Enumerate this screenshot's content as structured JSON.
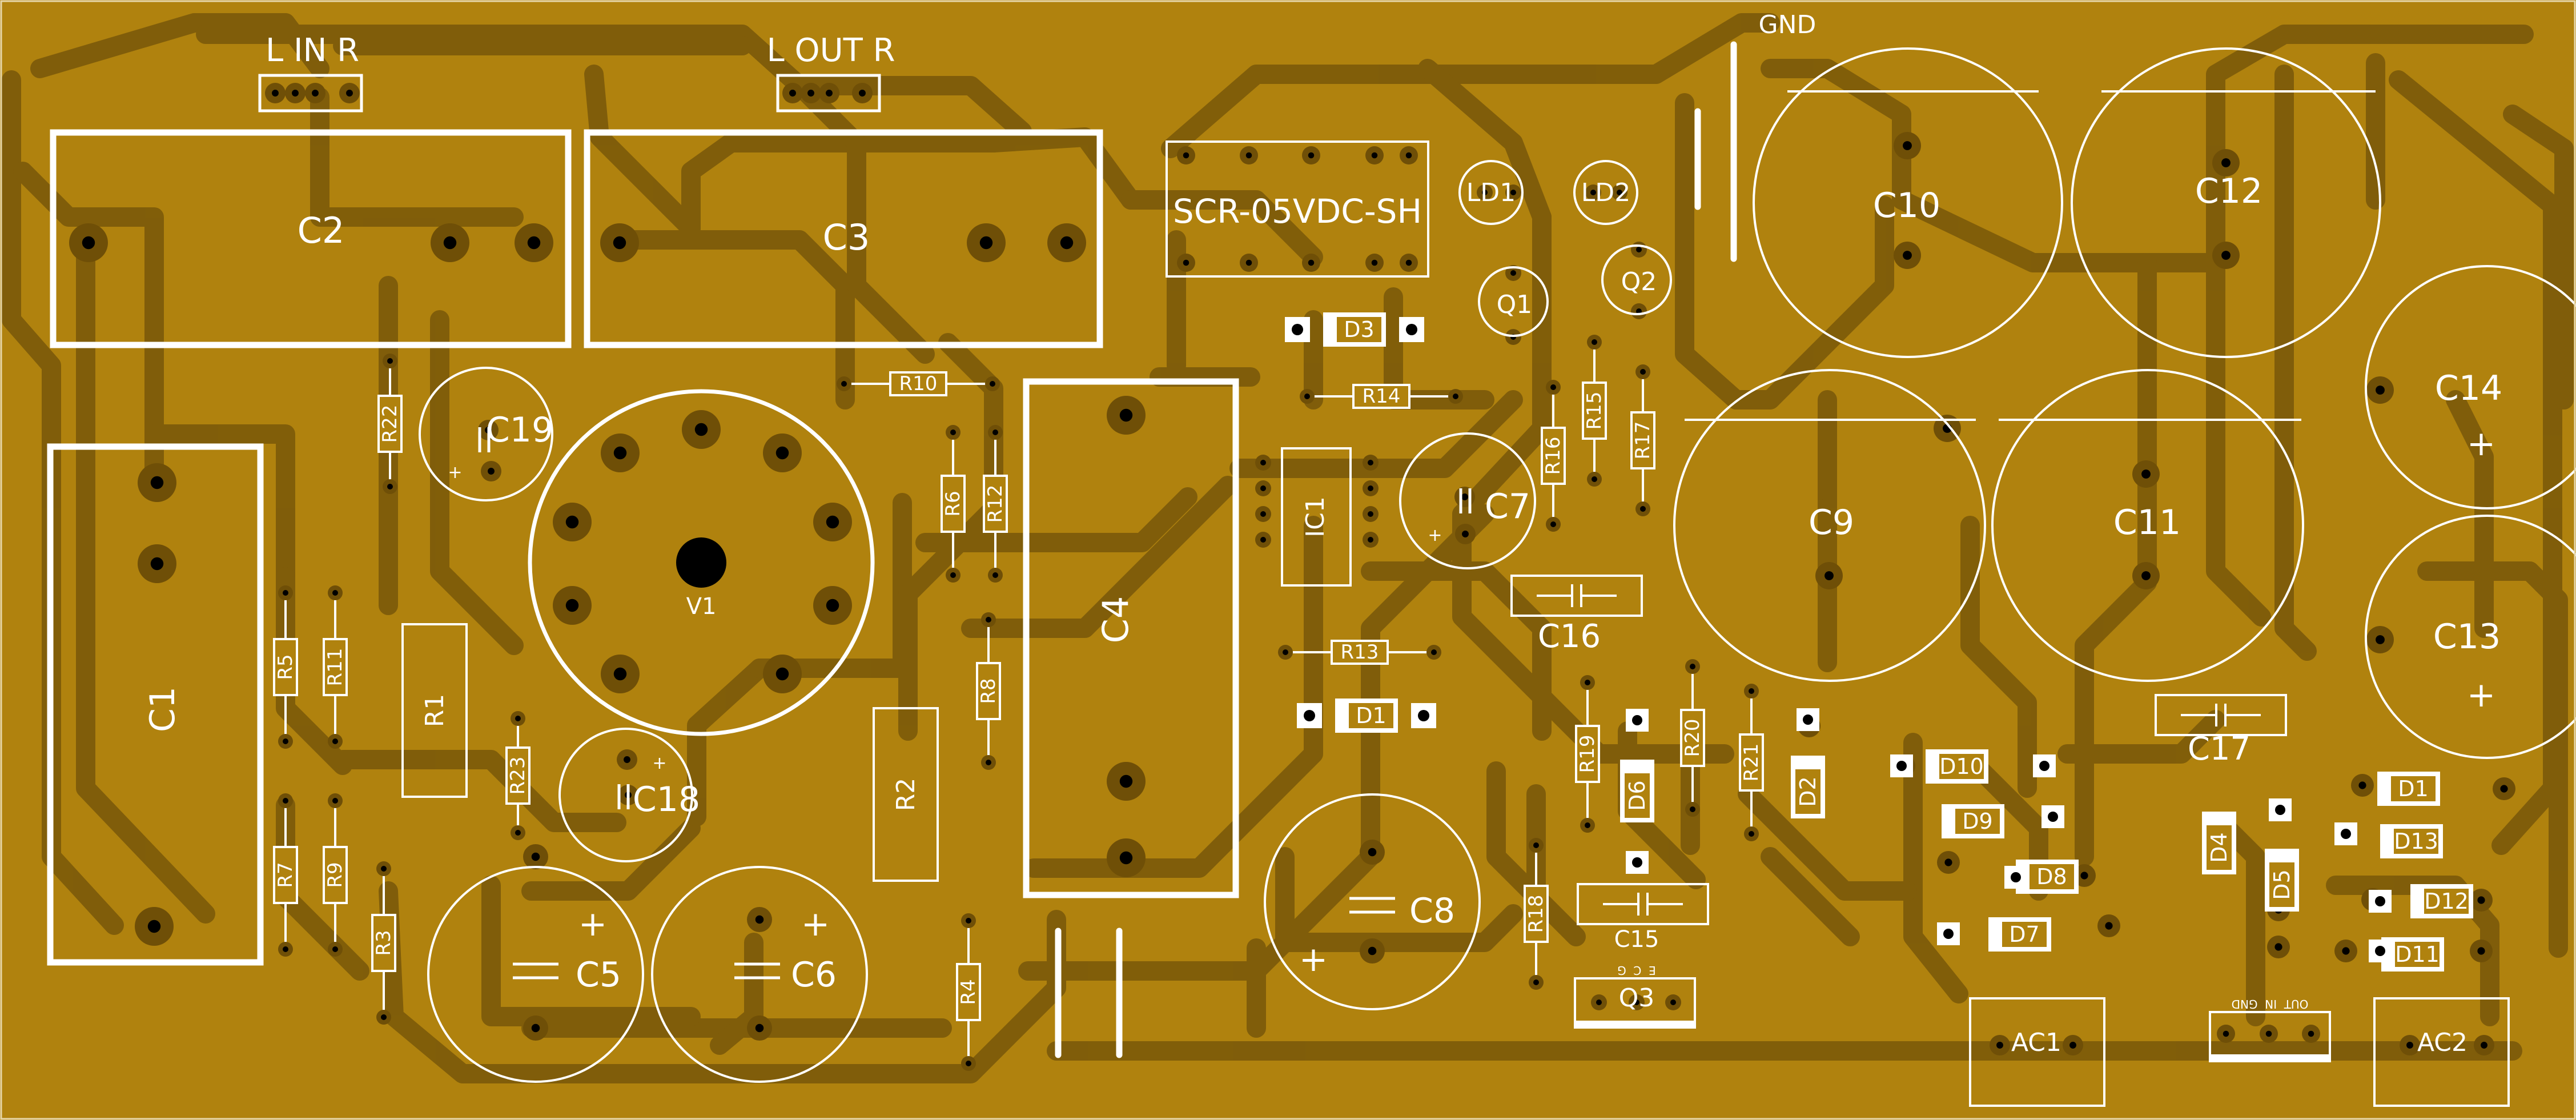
{
  "colors": {
    "board": "#b0820e",
    "trace": "#7e5c0a",
    "pad": "#6f4f07",
    "silk": "#ffffff",
    "hole": "#000000"
  },
  "connectors": {
    "in_label": "L IN R",
    "out_label": "L OUT R",
    "gnd_label": "GND"
  },
  "capacitors": {
    "c1": "C1",
    "c2": "C2",
    "c3": "C3",
    "c4": "C4",
    "c5": "C5",
    "c6": "C6",
    "c7": "C7",
    "c8": "C8",
    "c9": "C9",
    "c10": "C10",
    "c11": "C11",
    "c12": "C12",
    "c13": "C13",
    "c14": "C14",
    "c15": "C15",
    "c16": "C16",
    "c17": "C17",
    "c18": "C18",
    "c19": "C19"
  },
  "resistors": {
    "r1": "R1",
    "r2": "R2",
    "r3": "R3",
    "r4": "R4",
    "r5": "R5",
    "r6": "R6",
    "r7": "R7",
    "r8": "R8",
    "r9": "R9",
    "r10": "R10",
    "r11": "R11",
    "r12": "R12",
    "r13": "R13",
    "r14": "R14",
    "r15": "R15",
    "r16": "R16",
    "r17": "R17",
    "r18": "R18",
    "r19": "R19",
    "r20": "R20",
    "r21": "R21",
    "r22": "R22",
    "r23": "R23"
  },
  "diodes": {
    "d1a": "D1",
    "d1b": "D1",
    "d2": "D2",
    "d3": "D3",
    "d4": "D4",
    "d5": "D5",
    "d6": "D6",
    "d7": "D7",
    "d8": "D8",
    "d9": "D9",
    "d10": "D10",
    "d11": "D11",
    "d12": "D12",
    "d13": "D13"
  },
  "semis": {
    "ic1": "IC1",
    "q1": "Q1",
    "q2": "Q2",
    "ld1": "LD1",
    "ld2": "LD2",
    "v1": "V1",
    "relay": "SCR-05VDC-SH",
    "q3": "Q3"
  },
  "ac": {
    "ac1": "AC1",
    "ac2": "AC2"
  },
  "pinouts": {
    "q3_pins": "E  C  G",
    "reg_pins": "OUT  IN  GND"
  },
  "polarity": {
    "plus": "+"
  }
}
